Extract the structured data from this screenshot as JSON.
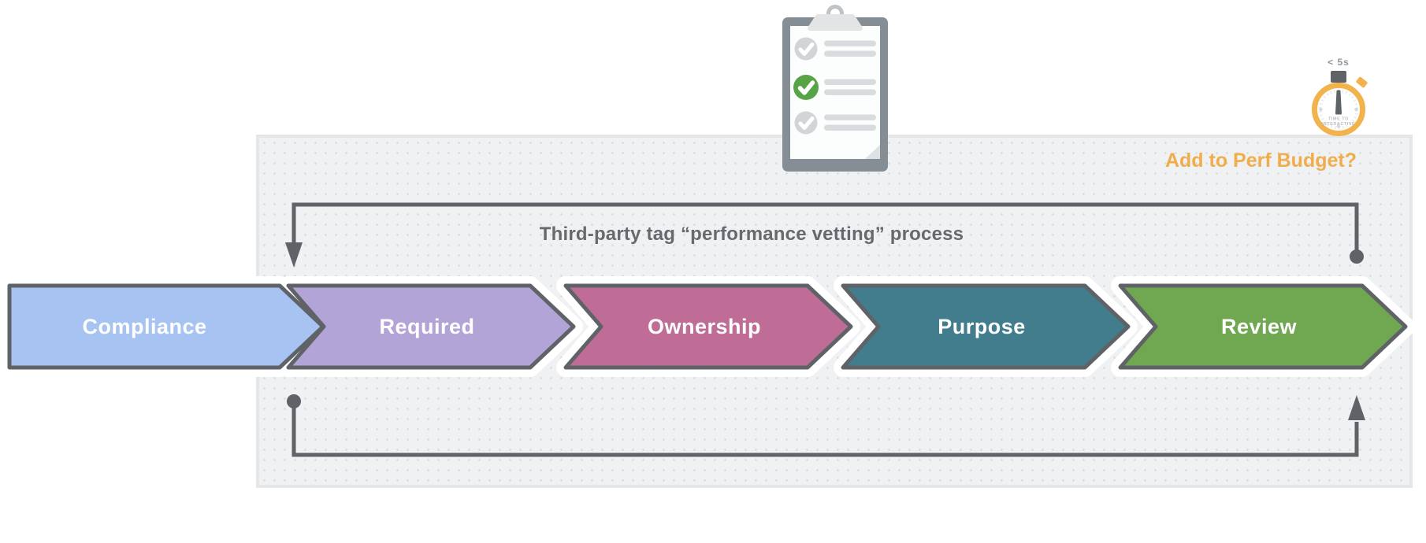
{
  "title": "Third-party tag “performance vetting” process",
  "perf_budget_question": "Add to Perf Budget?",
  "stopwatch": {
    "caption": "< 5s",
    "dial_line1": "TIME TO",
    "dial_line2": "INTERACTIVE",
    "ring_color": "#F2B24C",
    "hand_color": "#5F6368"
  },
  "clipboard": {
    "board_color": "#868E95",
    "paper_color": "#FCFDFD",
    "line_color": "#D9DCDE",
    "rows": [
      {
        "state": "checked-muted",
        "circle_color": "#D2D5D8"
      },
      {
        "state": "checked-done",
        "circle_color": "#56A446"
      },
      {
        "state": "checked-muted",
        "circle_color": "#D2D5D8"
      }
    ]
  },
  "stages": [
    {
      "label": "Compliance",
      "color": "#A6C3F1"
    },
    {
      "label": "Required",
      "color": "#B3A4D7"
    },
    {
      "label": "Ownership",
      "color": "#BF6D97"
    },
    {
      "label": "Purpose",
      "color": "#417D8D"
    },
    {
      "label": "Review",
      "color": "#70A751"
    }
  ],
  "colors": {
    "outline": "#5F6368",
    "panel_fill": "#EFF1F3",
    "panel_border": "#E4E6E8",
    "title_text": "#66696D",
    "budget_text": "#F0AD4C",
    "caption_text": "#8F959A"
  }
}
